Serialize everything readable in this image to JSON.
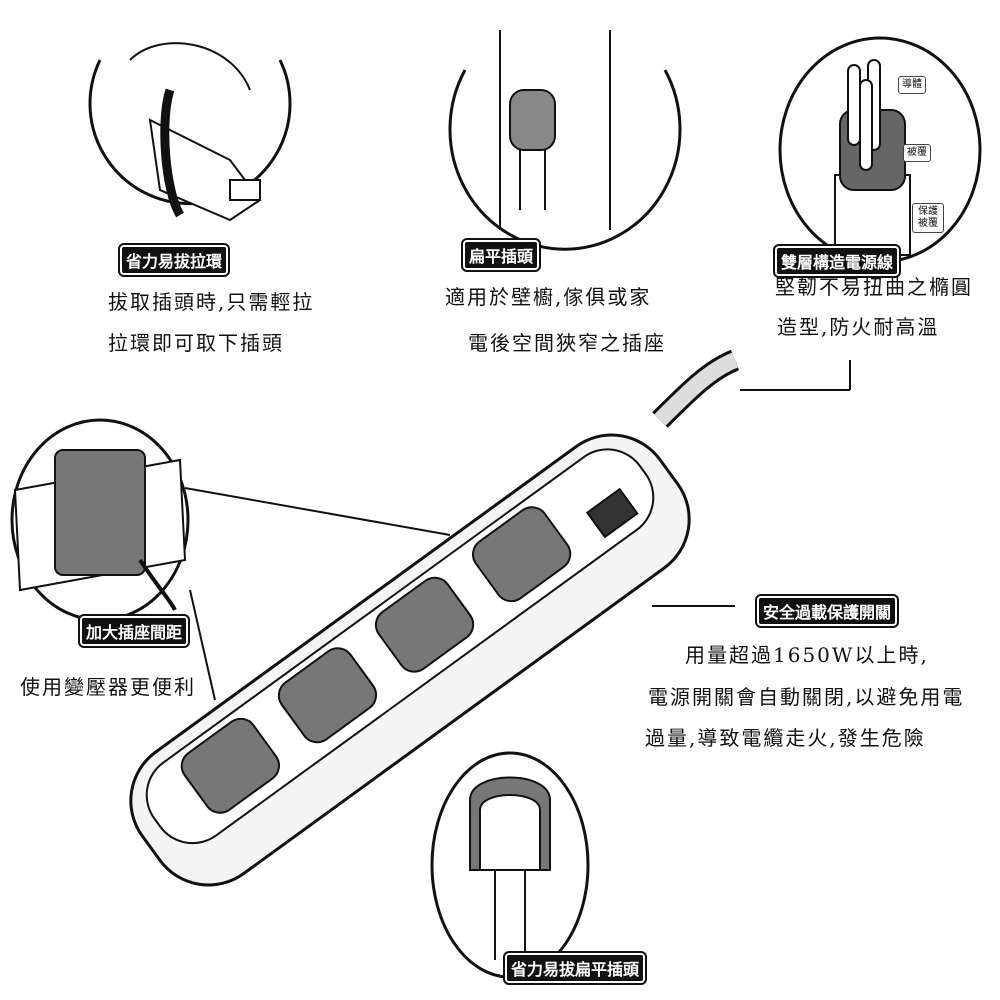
{
  "features": {
    "pull_ring": {
      "label": "省力易拔拉環",
      "lines": [
        "拔取插頭時,只需輕拉",
        "拉環即可取下插頭"
      ]
    },
    "flat_plug": {
      "label": "扁平插頭",
      "lines": [
        "適用於壁櫥,傢俱或家",
        "電後空間狹窄之插座"
      ]
    },
    "double_cable": {
      "label": "雙層構造電源線",
      "lines": [
        "堅韌不易扭曲之橢圓",
        "造型,防火耐高溫"
      ],
      "parts": [
        "導體",
        "被覆",
        "保護被覆"
      ]
    },
    "wide_spacing": {
      "label": "加大插座間距",
      "lines": [
        "使用變壓器更便利"
      ]
    },
    "overload_switch": {
      "label": "安全過載保護開關",
      "lines": [
        "用量超過1650W以上時,",
        "電源開關會自動關閉,以避免用電",
        "過量,導致電纜走火,發生危險"
      ]
    },
    "easy_flat_plug": {
      "label": "省力易拔扁平插頭"
    }
  }
}
